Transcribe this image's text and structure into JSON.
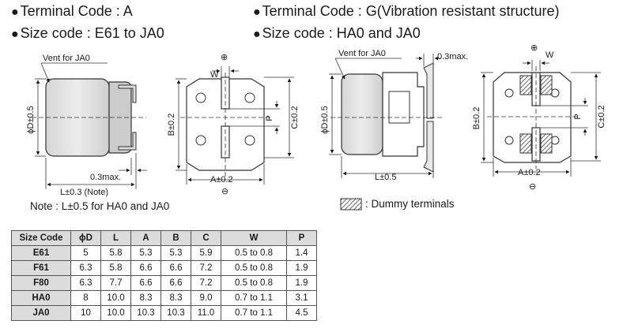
{
  "headers": {
    "left_terminal": "Terminal Code : A",
    "left_size": "Size code : E61 to JA0",
    "right_terminal": "Terminal Code : G(Vibration resistant structure)",
    "right_size": "Size code : HA0 and JA0"
  },
  "bullet": "●",
  "labels": {
    "vent_left": "Vent for JA0",
    "vent_right": "Vent for JA0",
    "phiD": "ϕD±0.5",
    "B": "B±0.2",
    "C": "C±0.2",
    "P": "P",
    "W": "W",
    "A": "A±0.2",
    "L_note": "L±0.3 (Note)",
    "L": "L±0.5",
    "max_left": "0.3max.",
    "max_right": "0.3max.",
    "plus": "⊕",
    "minus": "⊖"
  },
  "note": "Note : L±0.5 for HA0 and JA0",
  "legend": ": Dummy terminals",
  "table": {
    "headers": [
      "Size Code",
      "ϕD",
      "L",
      "A",
      "B",
      "C",
      "W",
      "P"
    ],
    "rows": [
      [
        "E61",
        "5",
        "5.8",
        "5.3",
        "5.3",
        "5.9",
        "0.5 to 0.8",
        "1.4"
      ],
      [
        "F61",
        "6.3",
        "5.8",
        "6.6",
        "6.6",
        "7.2",
        "0.5 to 0.8",
        "1.9"
      ],
      [
        "F80",
        "6.3",
        "7.7",
        "6.6",
        "6.6",
        "7.2",
        "0.5 to 0.8",
        "1.9"
      ],
      [
        "HA0",
        "8",
        "10.0",
        "8.3",
        "8.3",
        "9.0",
        "0.7 to 1.1",
        "3.1"
      ],
      [
        "JA0",
        "10",
        "10.0",
        "10.3",
        "10.3",
        "11.0",
        "0.7 to 1.1",
        "4.5"
      ]
    ]
  }
}
